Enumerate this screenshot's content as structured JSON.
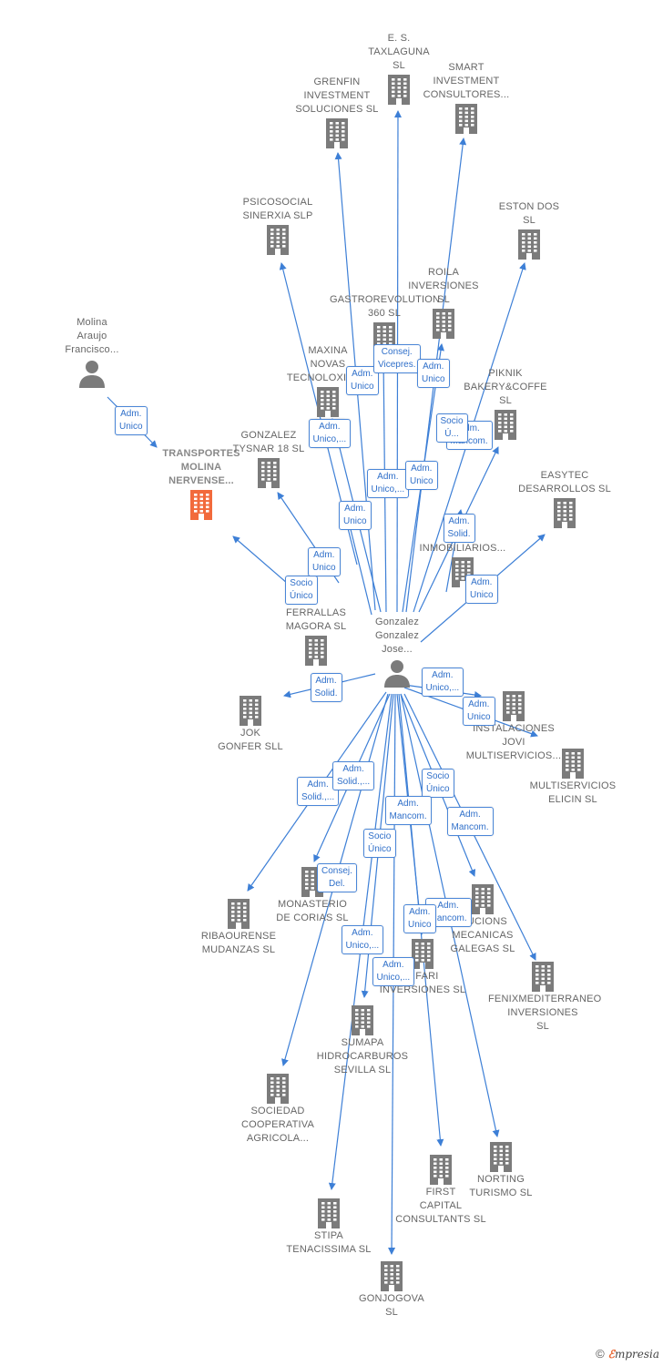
{
  "colors": {
    "edge": "#3d7fd6",
    "building": "#7b7b7b",
    "building_main": "#f26a3c",
    "person": "#7b7b7b"
  },
  "nodes": [
    {
      "id": "taxlaguna",
      "label": "E. S.\nTAXLAGUNA\nSL",
      "type": "company"
    },
    {
      "id": "grenfin",
      "label": "GRENFIN\nINVESTMENT\nSOLUCIONES SL",
      "type": "company"
    },
    {
      "id": "smart",
      "label": "SMART\nINVESTMENT\nCONSULTORES...",
      "type": "company"
    },
    {
      "id": "psicosocial",
      "label": "PSICOSOCIAL\nSINERXIA SLP",
      "type": "company"
    },
    {
      "id": "eston",
      "label": "ESTON DOS\nSL",
      "type": "company"
    },
    {
      "id": "roila",
      "label": "ROILA\nINVERSIONES\nSL",
      "type": "company"
    },
    {
      "id": "gastro",
      "label": "GASTROREVOLUTION\n360  SL",
      "type": "company"
    },
    {
      "id": "maxina",
      "label": "MAXINA\nNOVAS\nTECNOLOXIAS...",
      "type": "company"
    },
    {
      "id": "piknik",
      "label": "PIKNIK\nBAKERY&COFFE\nSL",
      "type": "company"
    },
    {
      "id": "molina",
      "label": "Molina\nAraujo\nFrancisco...",
      "type": "person"
    },
    {
      "id": "transportes",
      "label": "TRANSPORTES\nMOLINA\nNERVENSE...",
      "type": "main"
    },
    {
      "id": "tysnar",
      "label": "GONZALEZ\nTYSNAR 18  SL",
      "type": "company"
    },
    {
      "id": "easytec",
      "label": "EASYTEC\nDESARROLLOS SL",
      "type": "company"
    },
    {
      "id": "inmobiliarios",
      "label": "...S\nINMOBILIARIOS...",
      "type": "company"
    },
    {
      "id": "ferrallas",
      "label": "FERRALLAS\nMAGORA SL",
      "type": "company"
    },
    {
      "id": "gonzalez",
      "label": "Gonzalez\nGonzalez\nJose...",
      "type": "person"
    },
    {
      "id": "jok",
      "label": "JOK\nGONFER SLL",
      "type": "company"
    },
    {
      "id": "jovi",
      "label": "INSTALACIONES\nJOVI\nMULTISERVICIOS...",
      "type": "company"
    },
    {
      "id": "elicin",
      "label": "MULTISERVICIOS\nELICIN SL",
      "type": "company"
    },
    {
      "id": "ribaourense",
      "label": "RIBAOURENSE\nMUDANZAS  SL",
      "type": "company"
    },
    {
      "id": "monasterio",
      "label": "MONASTERIO\nDE CORIAS SL",
      "type": "company"
    },
    {
      "id": "mecanicas",
      "label": "...UCIONS\nMECANICAS\nGALEGAS  SL",
      "type": "company"
    },
    {
      "id": "fari",
      "label": "...FARI\nINVERSIONES SL",
      "type": "company"
    },
    {
      "id": "fenix",
      "label": "FENIXMEDITERRANEO\nINVERSIONES\nSL",
      "type": "company"
    },
    {
      "id": "sumapa",
      "label": "SUMAPA\nHIDROCARBUROS\nSEVILLA  SL",
      "type": "company"
    },
    {
      "id": "sociedad",
      "label": "SOCIEDAD\nCOOPERATIVA\nAGRICOLA...",
      "type": "company"
    },
    {
      "id": "norting",
      "label": "NORTING\nTURISMO  SL",
      "type": "company"
    },
    {
      "id": "first",
      "label": "FIRST\nCAPITAL\nCONSULTANTS SL",
      "type": "company"
    },
    {
      "id": "stipa",
      "label": "STIPA\nTENACISSIMA SL",
      "type": "company"
    },
    {
      "id": "gonjogova",
      "label": "GONJOGOVA\nSL",
      "type": "company"
    }
  ],
  "edges": [
    {
      "from": "molina",
      "to": "transportes",
      "label": "Adm.\nUnico"
    },
    {
      "from": "gonzalez",
      "to": "transportes",
      "label": "Socio\nÚnico"
    },
    {
      "from": "gonzalez",
      "to": "tysnar",
      "label": "Adm.\nUnico"
    },
    {
      "from": "gonzalez",
      "to": "psicosocial",
      "label": "Adm.\nUnico"
    },
    {
      "from": "gonzalez",
      "to": "grenfin",
      "label": "Adm.\nUnico"
    },
    {
      "from": "gonzalez",
      "to": "taxlaguna",
      "label": "Consej.\nVicepres."
    },
    {
      "from": "gonzalez",
      "to": "smart",
      "label": "Adm.\nUnico"
    },
    {
      "from": "gonzalez",
      "to": "eston",
      "label": "Adm.\nMancom."
    },
    {
      "from": "gonzalez",
      "to": "roila",
      "label": "Socio\nÚ..."
    },
    {
      "from": "gonzalez",
      "to": "maxina",
      "label": "Adm.\nUnico,..."
    },
    {
      "from": "gonzalez",
      "to": "gastro",
      "label": "Adm.\nUnico,..."
    },
    {
      "from": "gonzalez",
      "to": "piknik",
      "label": "Adm.\nUnico"
    },
    {
      "from": "gonzalez",
      "to": "inmobiliarios",
      "label": "Adm.\nSolid."
    },
    {
      "from": "gonzalez",
      "to": "easytec",
      "label": "Adm.\nUnico"
    },
    {
      "from": "gonzalez",
      "to": "ferrallas",
      "label": "Adm.\nUnico"
    },
    {
      "from": "gonzalez",
      "to": "jok",
      "label": "Adm.\nSolid."
    },
    {
      "from": "gonzalez",
      "to": "jovi",
      "label": "Adm.\nUnico,..."
    },
    {
      "from": "gonzalez",
      "to": "elicin",
      "label": "Adm.\nUnico"
    },
    {
      "from": "gonzalez",
      "to": "ribaourense",
      "label": "Adm.\nSolid.,..."
    },
    {
      "from": "gonzalez",
      "to": "monasterio",
      "label": "Adm.\nSolid.,..."
    },
    {
      "from": "gonzalez",
      "to": "mecanicas",
      "label": "Socio\nÚnico"
    },
    {
      "from": "gonzalez",
      "to": "fenix",
      "label": "Adm.\nMancom."
    },
    {
      "from": "gonzalez",
      "to": "fari",
      "label": "Adm.\nMancom."
    },
    {
      "from": "gonzalez",
      "to": "sociedad",
      "label": "Consej.\nDel."
    },
    {
      "from": "gonzalez",
      "to": "sumapa",
      "label": "Socio\nÚnico"
    },
    {
      "from": "gonzalez",
      "to": "norting",
      "label": "Adm.\nMancom."
    },
    {
      "from": "gonzalez",
      "to": "first",
      "label": "Adm.\nUnico"
    },
    {
      "from": "gonzalez",
      "to": "stipa",
      "label": "Adm.\nUnico,..."
    },
    {
      "from": "gonzalez",
      "to": "gonjogova",
      "label": "Adm.\nUnico,..."
    }
  ],
  "credit": {
    "symbol": "©",
    "brand_first": "ℰ",
    "brand_rest": "mpresia"
  }
}
